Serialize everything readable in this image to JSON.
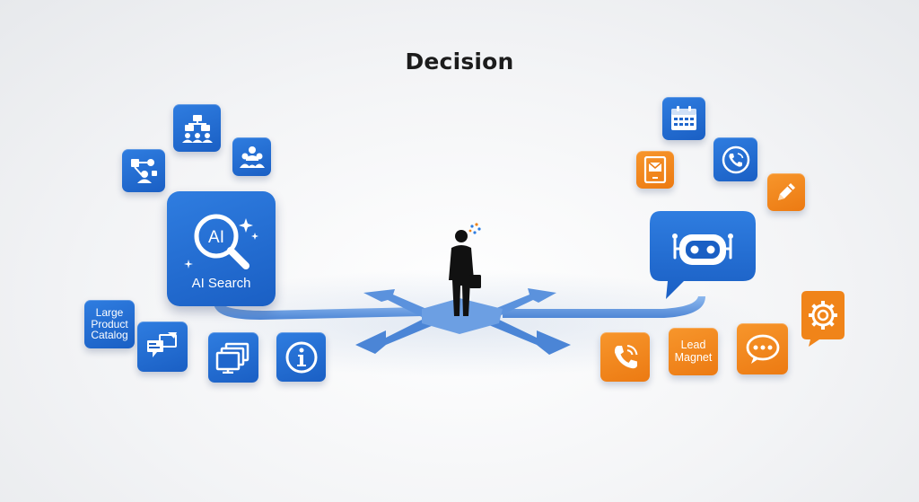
{
  "title": "Decision",
  "left_options": {
    "ai_search_label": "AI Search",
    "catalog_label": "Large Product Catalog",
    "icons": [
      "org-chart-icon",
      "team-icon",
      "workflow-icon",
      "ai-search-icon",
      "comparison-icon",
      "multi-window-icon",
      "info-icon"
    ]
  },
  "right_options": {
    "lead_magnet_label": "Lead Magnet",
    "icons": [
      "calendar-icon",
      "phone-call-icon",
      "tablet-mail-icon",
      "pencil-icon",
      "chatbot-icon",
      "settings-icon",
      "phone-icon",
      "speech-bubble-icon"
    ]
  },
  "colors": {
    "blue": "#1f6bd1",
    "orange": "#f08419",
    "path": "#6fa3e6",
    "figure": "#111111"
  }
}
